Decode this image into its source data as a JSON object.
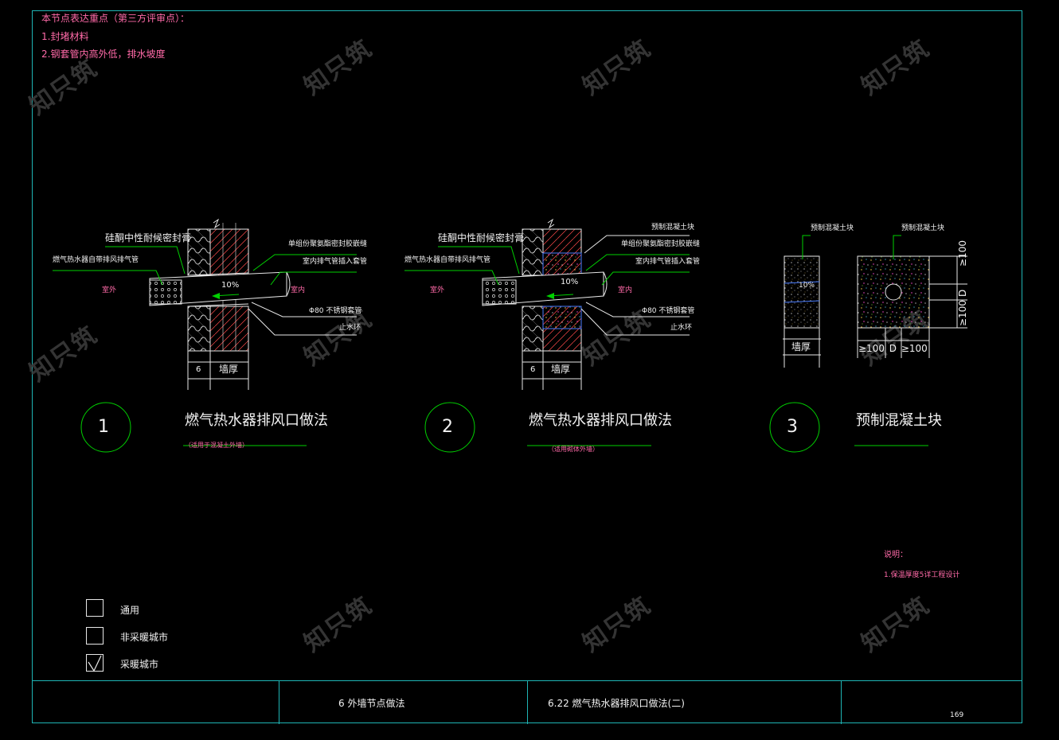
{
  "notes": {
    "heading": "本节点表达重点（第三方评审点）：",
    "item1": "1.封堵材料",
    "item2": "2.钢套管内高外低，排水坡度"
  },
  "details": [
    {
      "number": "1",
      "title": "燃气热水器排风口做法",
      "subtitle": "（适用于混凝土外墙）",
      "labels": {
        "sealant": "硅酮中性耐候密封膏",
        "exhaust_pipe": "燃气热水器自带排风排气管",
        "outdoor": "室外",
        "indoor": "室内",
        "single_sided_tape": "单组份聚氨酯密封胶嵌缝",
        "indoor_pipe": "室内排气管插入套管",
        "steel_sleeve": "Φ80 不锈钢套管",
        "water_stop": "止水环",
        "slope": "10%",
        "dim_small": "6",
        "dim_wall": "墙厚"
      }
    },
    {
      "number": "2",
      "title": "燃气热水器排风口做法",
      "subtitle": "（适用砌体外墙）",
      "labels": {
        "precast_block": "预制混凝土块",
        "sealant": "硅酮中性耐候密封膏",
        "exhaust_pipe": "燃气热水器自带排风排气管",
        "outdoor": "室外",
        "indoor": "室内",
        "single_sided_tape": "单组份聚氨酯密封胶嵌缝",
        "indoor_pipe": "室内排气管插入套管",
        "steel_sleeve": "Φ80 不锈钢套管",
        "water_stop": "止水环",
        "slope": "10%",
        "dim_small": "6",
        "dim_wall": "墙厚"
      }
    },
    {
      "number": "3",
      "title": "预制混凝土块",
      "labels": {
        "block_left": "预制混凝土块",
        "block_right": "预制混凝土块",
        "slope": "10%",
        "dim_wall": "墙厚",
        "dim_bottom": "≥100  D  ≥100",
        "dim_side_top": "≥100",
        "dim_side_mid": "D",
        "dim_side_bot": "≥100"
      }
    }
  ],
  "explanation": {
    "heading": "说明：",
    "item1": "1.保温厚度5详工程设计"
  },
  "legend": [
    {
      "label": "通用",
      "checked": false
    },
    {
      "label": "非采暖城市",
      "checked": false
    },
    {
      "label": "采暖城市",
      "checked": true
    }
  ],
  "title_block": {
    "section": "6  外墙节点做法",
    "drawing": "6.22  燃气热水器排风口做法(二)",
    "page": "169"
  },
  "watermark": "知只筑",
  "colors": {
    "frame": "#1fb5b5",
    "note": "#ff6aa8",
    "leader": "#00d000",
    "text": "#f2f2f2",
    "hatch": "#ff4a4a"
  }
}
